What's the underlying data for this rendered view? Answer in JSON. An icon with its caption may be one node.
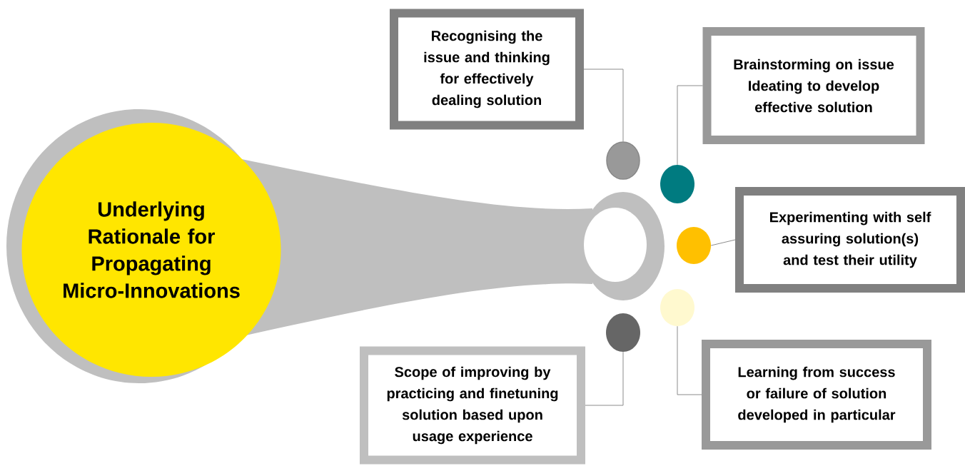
{
  "diagram": {
    "nodes": [
      {
        "text": [
          "Underlying Rationale for Propagating Micro-Innovations"
        ]
      },
      {
        "text": [
          "Recognising the issue and thinking for effectively dealing solution"
        ]
      },
      {
        "text": [
          "Brainstorming on issue Ideating to develop effective  solution"
        ]
      },
      {
        "text": [
          "Experimenting with self assuring solution(s) and test their utility"
        ]
      },
      {
        "text": [
          "Scope of improving by practicing and finetuning solution based upon usage experience"
        ]
      },
      {
        "text": [
          "Learning from success or failure of solution developed in particular"
        ]
      },
      {
        "text": [],
        "shape": "circle"
      },
      {
        "text": [],
        "shape": "circle"
      },
      {
        "text": [],
        "shape": "circle"
      },
      {
        "text": [],
        "shape": "circle"
      },
      {
        "text": [],
        "shape": "circle"
      }
    ],
    "edges": [
      {
        "from": 6,
        "to": 1,
        "arrow": "none"
      },
      {
        "from": 7,
        "to": 2,
        "arrow": "none"
      },
      {
        "from": 8,
        "to": 3,
        "arrow": "none"
      },
      {
        "from": 9,
        "to": 5,
        "arrow": "none"
      },
      {
        "from": 10,
        "to": 4,
        "arrow": "none"
      }
    ]
  }
}
